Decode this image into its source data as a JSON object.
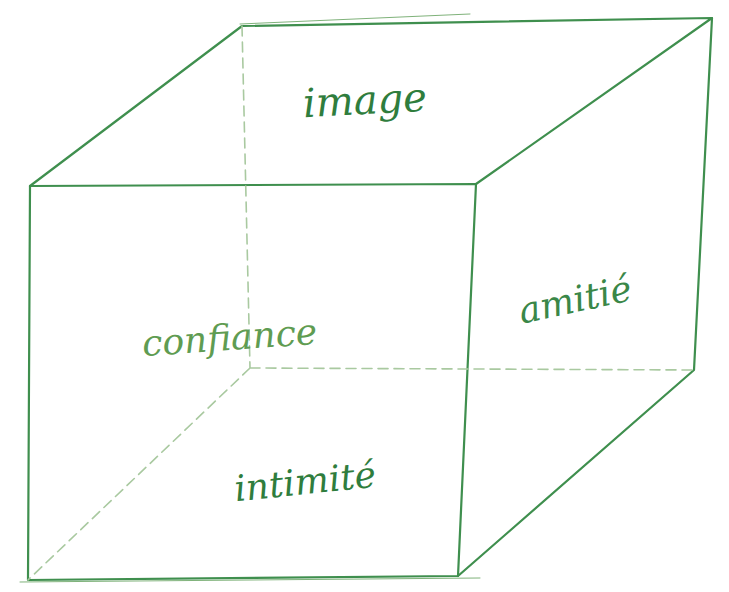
{
  "diagram": {
    "labels": [
      "image",
      "confiance",
      "amitié",
      "intimité"
    ]
  }
}
